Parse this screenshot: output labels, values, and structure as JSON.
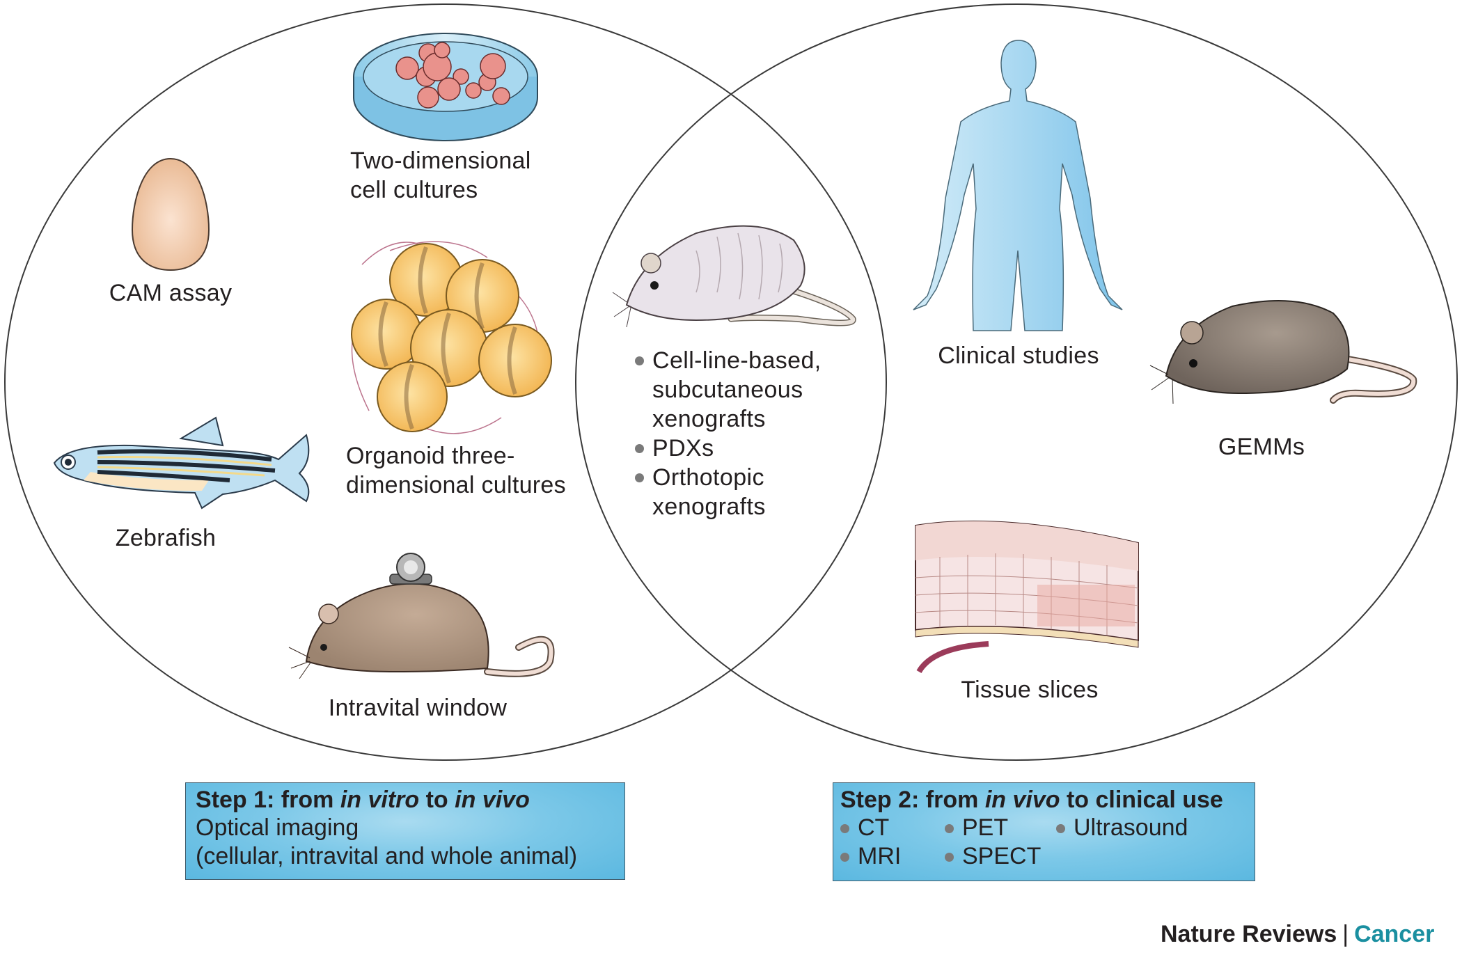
{
  "figure": {
    "left_group": {
      "items": [
        {
          "label": "CAM assay",
          "icon": "egg-icon"
        },
        {
          "label_lines": [
            "Two-dimensional",
            "cell cultures"
          ],
          "icon": "petri-dish-icon"
        },
        {
          "label_lines": [
            "Organoid three-",
            "dimensional cultures"
          ],
          "icon": "organoid-icon"
        },
        {
          "label": "Zebrafish",
          "icon": "zebrafish-icon"
        },
        {
          "label": "Intravital window",
          "icon": "mouse-with-window-icon"
        }
      ]
    },
    "overlap_group": {
      "icon": "nude-mouse-icon",
      "bullets": [
        {
          "lines": [
            "Cell-line-based,",
            "subcutaneous",
            "xenografts"
          ]
        },
        {
          "lines": [
            "PDXs"
          ]
        },
        {
          "lines": [
            "Orthotopic",
            "xenografts"
          ]
        }
      ]
    },
    "right_group": {
      "items": [
        {
          "label": "Clinical studies",
          "icon": "human-body-icon"
        },
        {
          "label": "GEMMs",
          "icon": "mouse-icon"
        },
        {
          "label": "Tissue slices",
          "icon": "tissue-slice-icon"
        }
      ]
    }
  },
  "step1": {
    "title_prefix": "Step 1: from ",
    "title_em1": "in vitro",
    "title_mid": " to ",
    "title_em2": "in vivo",
    "lines": [
      "Optical imaging",
      "(cellular, intravital and whole animal)"
    ]
  },
  "step2": {
    "title_prefix": "Step 2: from ",
    "title_em": "in vivo",
    "title_suffix": " to clinical use",
    "modalities": [
      "CT",
      "PET",
      "Ultrasound",
      "MRI",
      "SPECT"
    ]
  },
  "footer": {
    "journal": "Nature Reviews",
    "separator": "|",
    "section": "Cancer"
  },
  "colors": {
    "box_fill": "#7cc8e8",
    "accent_teal": "#1a8fa0",
    "outline": "#3a3a3a"
  }
}
